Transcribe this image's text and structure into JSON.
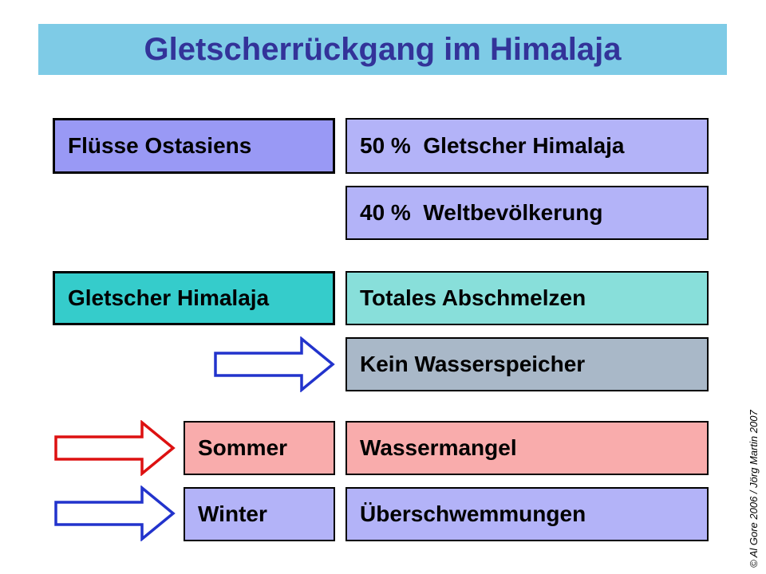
{
  "title": "Gletscherrückgang im Himalaja",
  "boxes": {
    "fluesse_ostasiens": {
      "label": "Flüsse Ostasiens"
    },
    "gletscher_50": {
      "label": "50 %  Gletscher Himalaja"
    },
    "weltbevoelkerung_40": {
      "label": "40 %  Weltbevölkerung"
    },
    "gletscher_himalaja": {
      "label": "Gletscher Himalaja"
    },
    "totales_abschmelzen": {
      "label": "Totales Abschmelzen"
    },
    "kein_wasserspeicher": {
      "label": "Kein Wasserspeicher"
    },
    "sommer": {
      "label": "Sommer"
    },
    "wassermangel": {
      "label": "Wassermangel"
    },
    "winter": {
      "label": "Winter"
    },
    "ueberschwemmungen": {
      "label": "Überschwemmungen"
    }
  },
  "icons": {
    "arrow_consequence_mid": "blue-right-arrow",
    "arrow_sommer": "red-right-arrow",
    "arrow_winter": "blue-right-arrow"
  },
  "colors": {
    "title_bg": "#7ECBE6",
    "title_text": "#333399",
    "periwinkle_medium": "#9999F5",
    "periwinkle_light": "#B3B3F8",
    "teal": "#35CCCB",
    "teal_light": "#88DFDA",
    "gray_blue": "#A9B8C8",
    "pink": "#F9ACAC",
    "arrow_blue": "#2233CC",
    "arrow_red": "#DD1111",
    "box_border": "#000000"
  },
  "copyright": "© Al Gore 2006  /  Jörg Martin 2007"
}
